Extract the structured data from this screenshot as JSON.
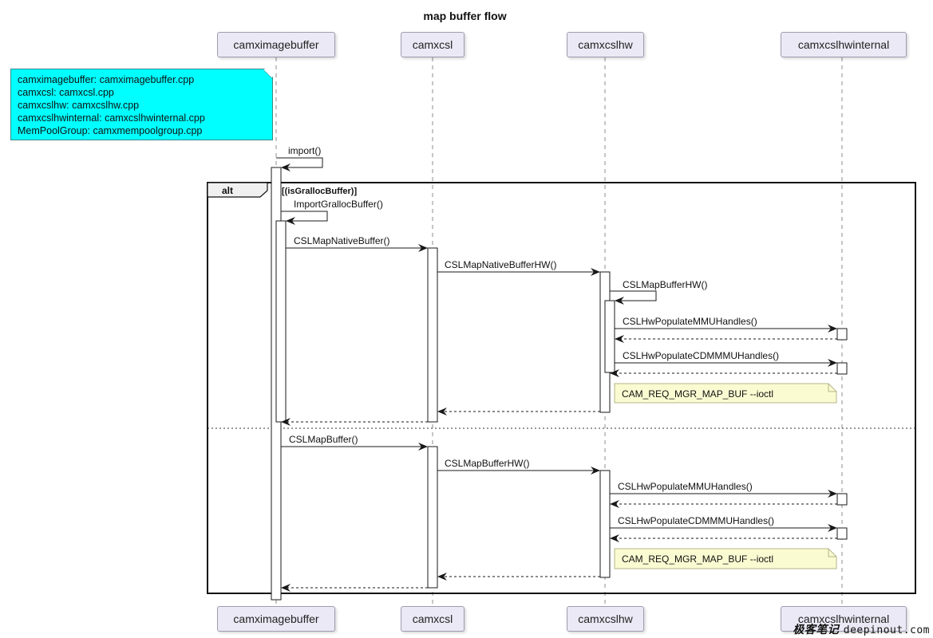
{
  "title": "map buffer flow",
  "participants": [
    {
      "id": "p1",
      "name": "camximagebuffer"
    },
    {
      "id": "p2",
      "name": "camxcsl"
    },
    {
      "id": "p3",
      "name": "camxcslhw"
    },
    {
      "id": "p4",
      "name": "camxcslhwinternal"
    }
  ],
  "legend_note": {
    "lines": [
      "camximagebuffer: camximagebuffer.cpp",
      "camxcsl: camxcsl.cpp",
      "camxcslhw: camxcslhw.cpp",
      "camxcslhwinternal: camxcslhwinternal.cpp",
      "MemPoolGroup: camxmempoolgroup.cpp"
    ]
  },
  "alt_frame": {
    "keyword": "alt",
    "guard": "[(isGrallocBuffer)]"
  },
  "messages": {
    "import": "import()",
    "import_gralloc": "ImportGrallocBuffer()",
    "csl_map_native": "CSLMapNativeBuffer()",
    "csl_map_native_hw": "CSLMapNativeBufferHW()",
    "csl_map_buffer_hw_self": "CSLMapBufferHW()",
    "populate_mmu_1": "CSLHwPopulateMMUHandles()",
    "populate_cdm_1": "CSLHwPopulateCDMMMUHandles()",
    "csl_map_buffer": "CSLMapBuffer()",
    "csl_map_buffer_hw": "CSLMapBufferHW()",
    "populate_mmu_2": "CSLHwPopulateMMUHandles()",
    "populate_cdm_2": "CSLHwPopulateCDMMMUHandles()"
  },
  "notes": {
    "ioctl_1": "CAM_REQ_MGR_MAP_BUF --ioctl",
    "ioctl_2": "CAM_REQ_MGR_MAP_BUF --ioctl"
  },
  "watermark": {
    "cjk": "极客笔记",
    "domain": "deepinout.com"
  },
  "colors": {
    "participant_fill": "#ebe9f5",
    "legend_fill": "#00ffff",
    "note_fill": "#fbfbd2"
  }
}
